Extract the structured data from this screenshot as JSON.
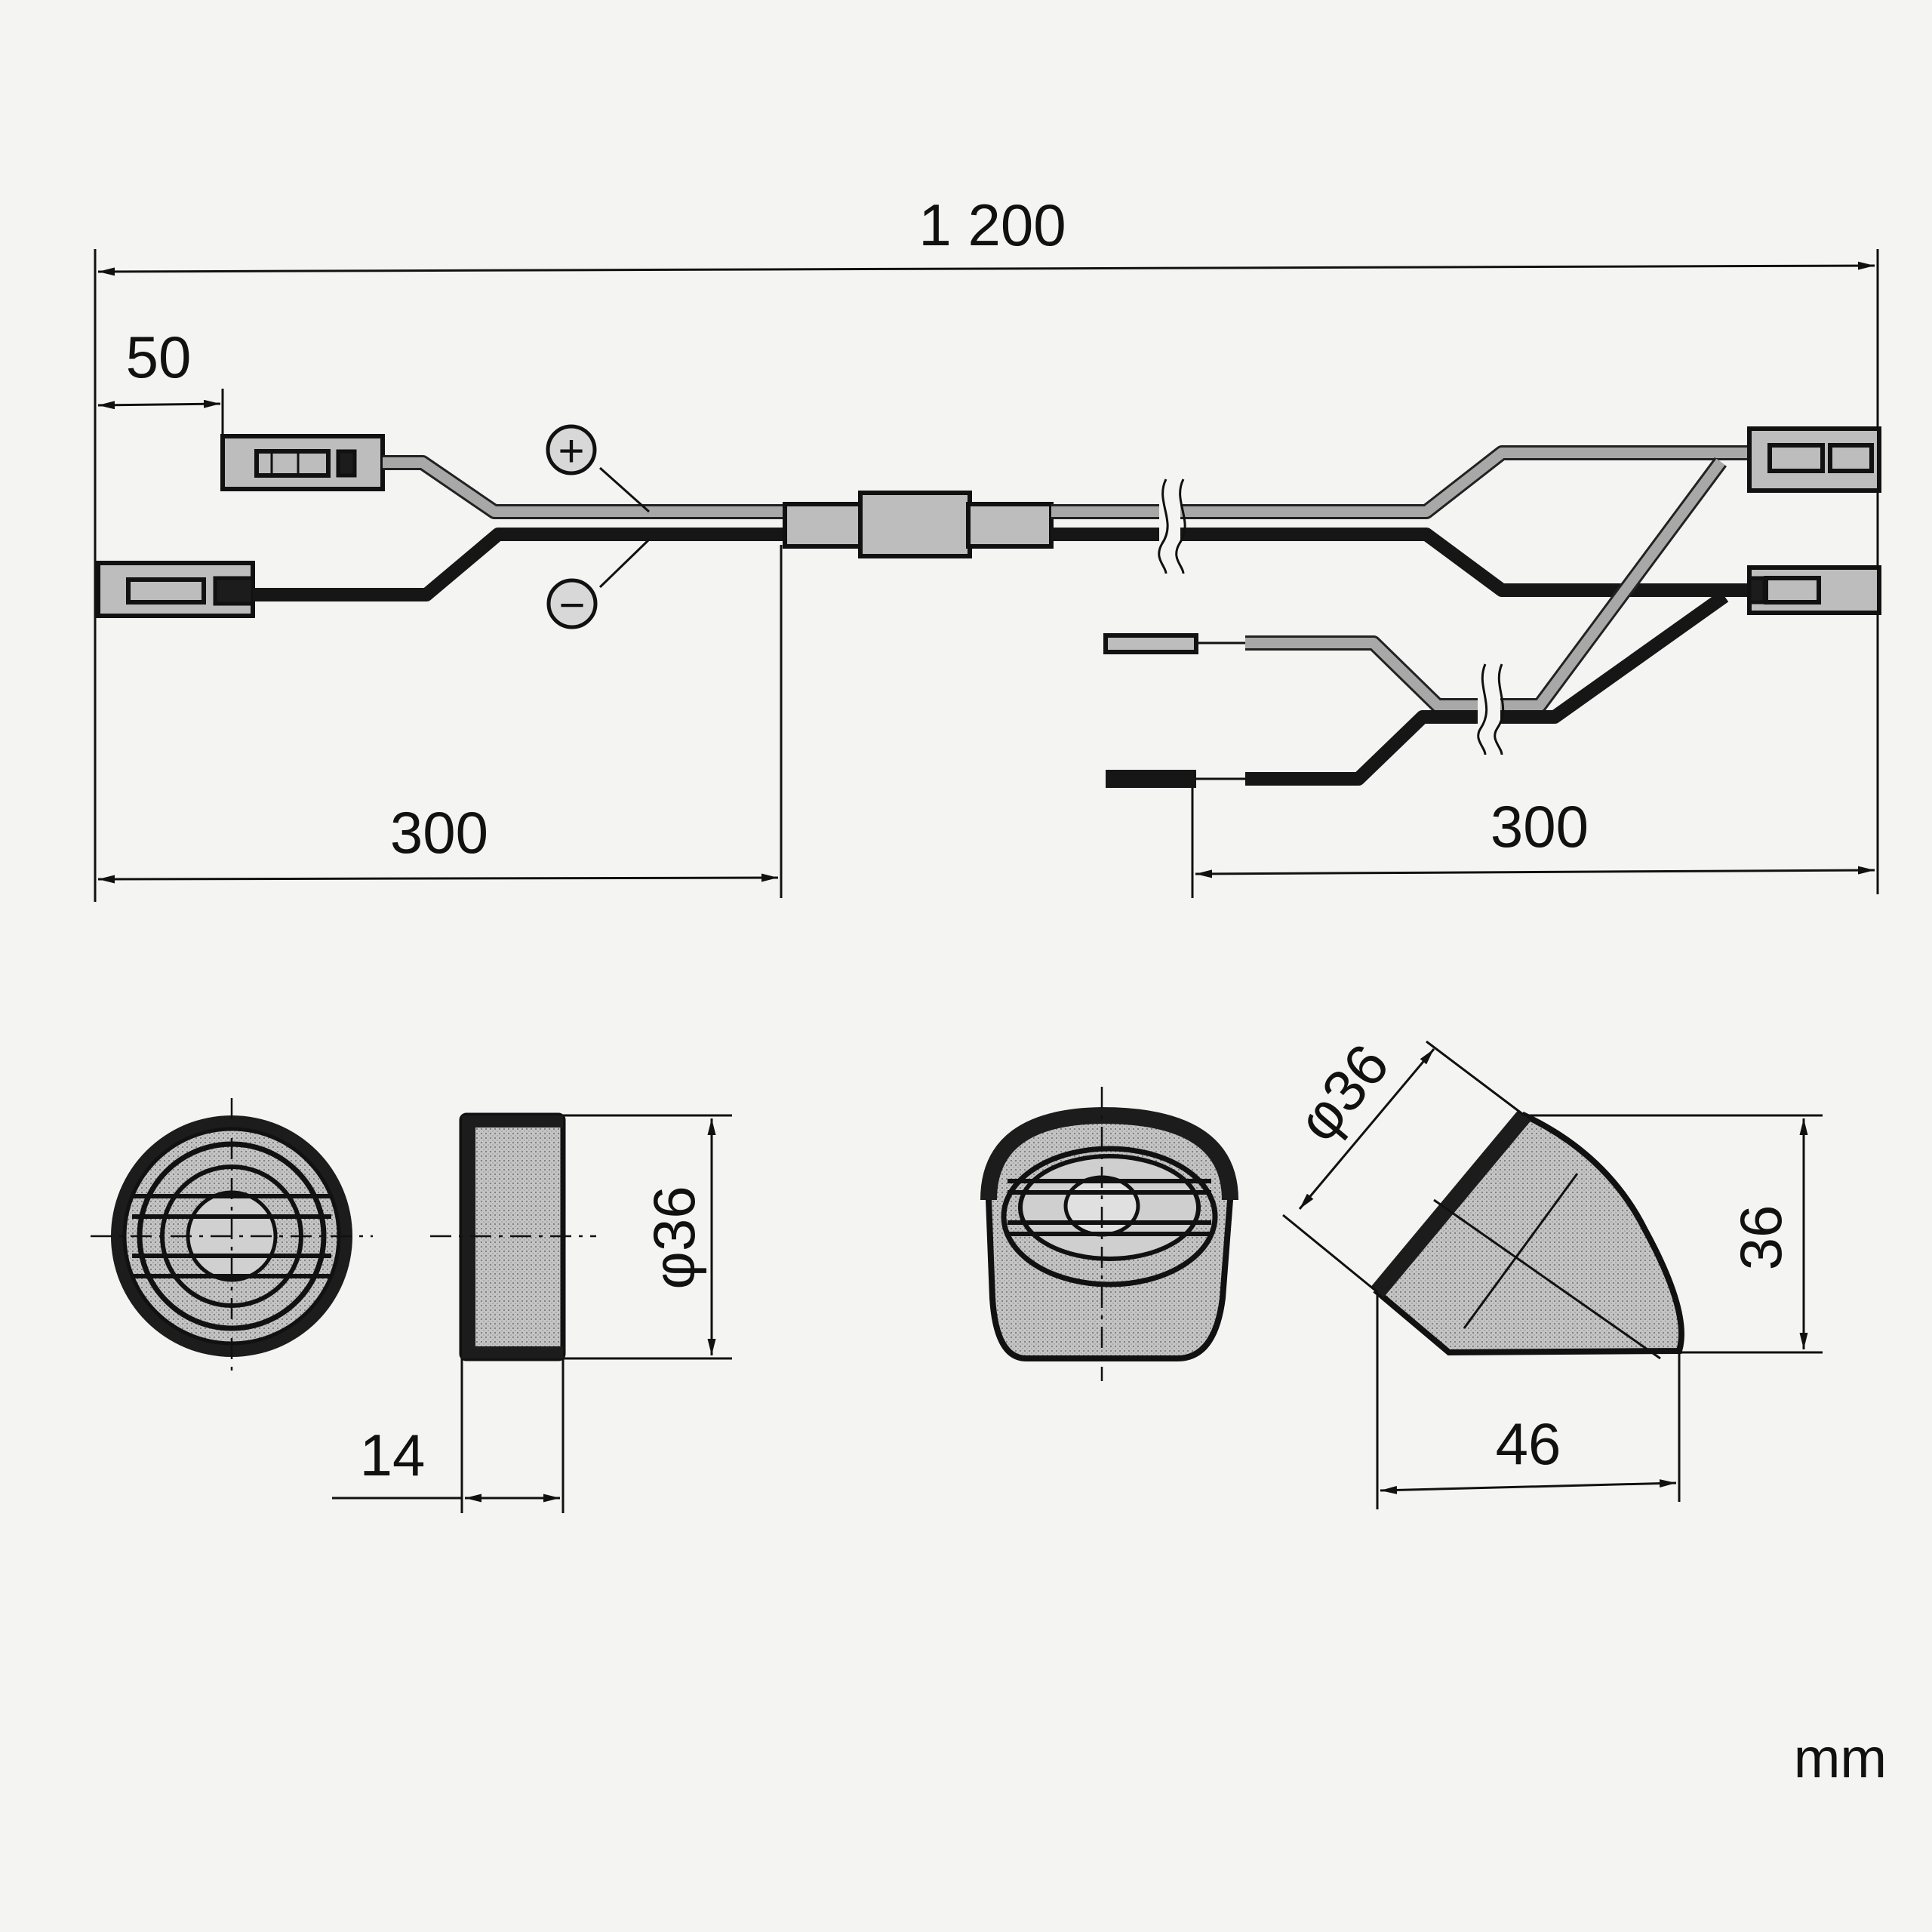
{
  "dimensions": {
    "overall_length": "1 200",
    "plug_offset": "50",
    "left_branch": "300",
    "right_branch": "300",
    "front_diameter": "φ36",
    "depth": "14",
    "angled_diameter": "φ36",
    "height": "36",
    "width": "46"
  },
  "polarity": {
    "positive": "+",
    "negative": "−"
  },
  "units": "mm",
  "colors": {
    "paper": "#f4f4f2",
    "ink": "#111111",
    "fill_gray": "#bdbdbd",
    "wire_gray": "#a8a8a8"
  }
}
